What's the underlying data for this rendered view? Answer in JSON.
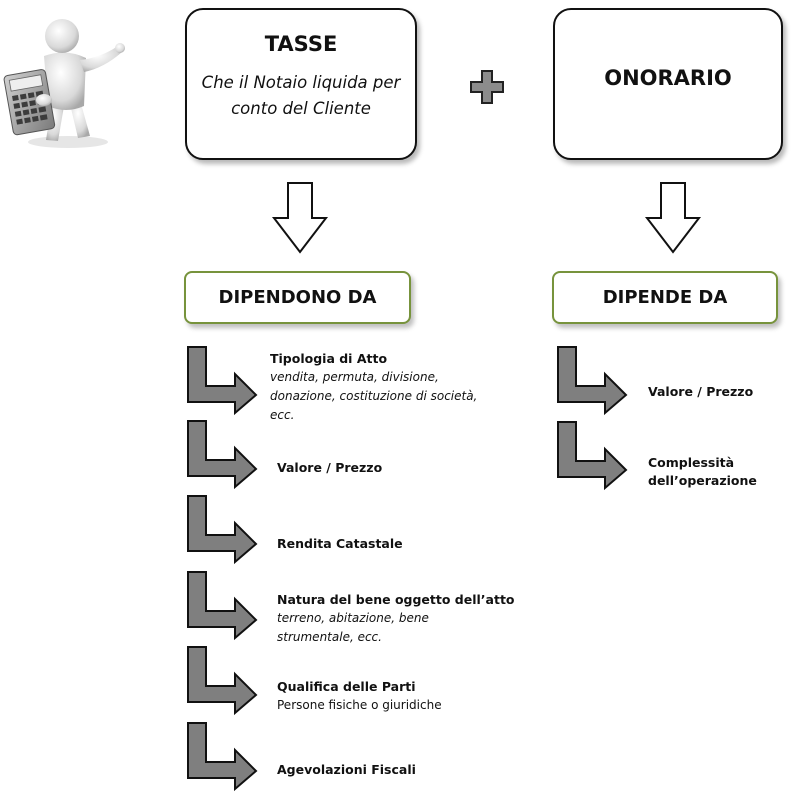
{
  "left_box": {
    "title": "TASSE",
    "subtitle": "Che il Notaio liquida per conto del Cliente"
  },
  "plus_symbol": "+",
  "right_box": {
    "title": "ONORARIO"
  },
  "left_header": "DIPENDONO DA",
  "right_header": "DIPENDE DA",
  "left_items": [
    {
      "title": "Tipologia di Atto",
      "desc": "vendita, permuta, divisione, donazione, costituzione di società, ecc."
    },
    {
      "title": "Valore / Prezzo"
    },
    {
      "title": "Rendita Catastale"
    },
    {
      "title": "Natura del bene oggetto dell’atto",
      "desc": "terreno, abitazione, bene strumentale, ecc."
    },
    {
      "title": "Qualifica delle Parti",
      "desc": "Persone fisiche o giuridiche"
    },
    {
      "title": "Agevolazioni Fiscali"
    }
  ],
  "right_items": [
    {
      "title": "Valore / Prezzo"
    },
    {
      "title": "Complessità dell’operazione"
    }
  ],
  "colors": {
    "green_border": "#77933c",
    "arrow_fill": "#7f7f7f"
  },
  "icons": {
    "mascot": "calculator-figure-icon",
    "plus": "plus-icon",
    "down_arrow": "hollow-down-arrow-icon",
    "bent_arrow": "bent-right-arrow-icon"
  }
}
